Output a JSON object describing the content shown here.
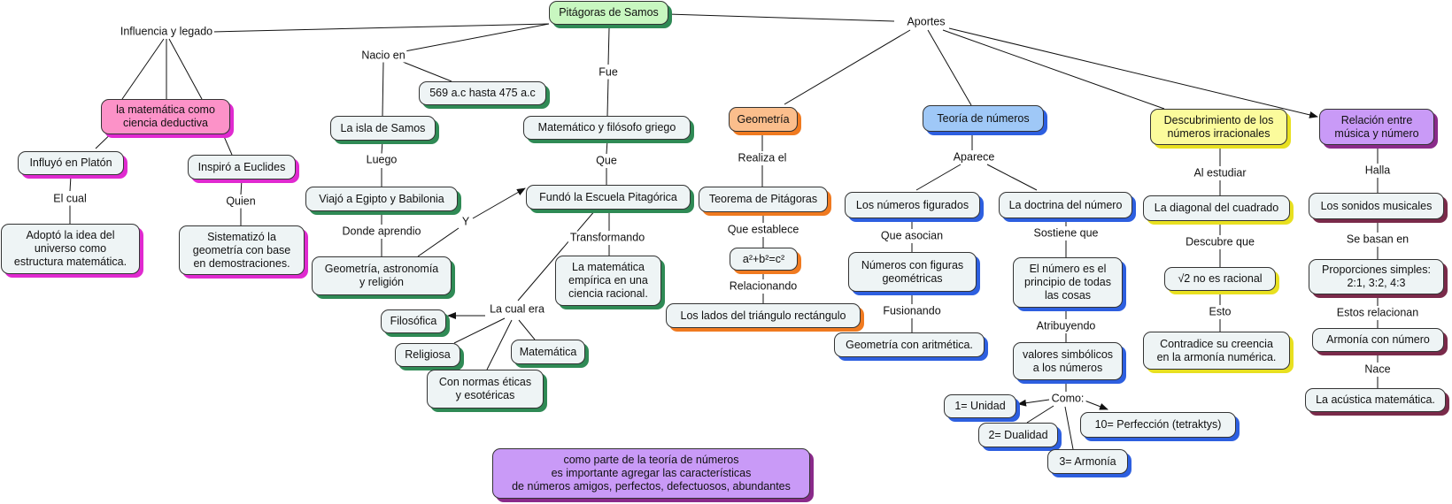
{
  "colors": {
    "root_fill": "#c8f7c0",
    "pink_fill": "#fc92c8",
    "orange_fill": "#fbbe8c",
    "blue_fill": "#9fc8f7",
    "yellow_fill": "#fbfb9c",
    "purple_fill": "#c99af7",
    "node_fill": "#eef4f5"
  },
  "nodes": {
    "root": "Pitágoras de Samos",
    "matematica_deductiva": "la matemática como\nciencia deductiva",
    "influyo_platon": "Influyó en Platón",
    "adopto_idea": "Adoptó la idea del\nuniverso como\nestructura matemática.",
    "inspiro_euclides": "Inspiró a Euclides",
    "sistematizo": "Sistematizó la\ngeometría con base\nen demostraciones.",
    "isla_samos": "La isla de Samos",
    "fecha": "569 a.c hasta 475 a.c",
    "viajo": "Viajó a Egipto y Babilonia",
    "geometria_astronomia": "Geometría, astronomía\ny religión",
    "matematico_filosofo": "Matemático y filósofo griego",
    "escuela": "Fundó la Escuela Pitagórica",
    "matematica_empirica": "La matemática\nempírica en una\nciencia racional.",
    "filosofica": "Filosófica",
    "religiosa": "Religiosa",
    "matematica": "Matemática",
    "normas": "Con normas éticas\ny esotéricas",
    "geometria": "Geometría",
    "teorema": "Teorema de Pitágoras",
    "formula": "a²+b²=c²",
    "lados": "Los lados del triángulo rectángulo",
    "teoria_numeros": "Teoría de números",
    "figurados": "Los números figurados",
    "numeros_figuras": "Números con figuras\ngeométricas",
    "geometria_aritmetica": "Geometría con aritmética.",
    "doctrina": "La doctrina del número",
    "principio": "El número es el\nprincipio de todas\nlas cosas",
    "valores": "valores simbólicos\na los números",
    "unidad": "1= Unidad",
    "dualidad": "2= Dualidad",
    "armonia3": "3= Armonía",
    "perfeccion": "10= Perfección (tetraktys)",
    "irracionales": "Descubrimiento de los\nnúmeros irracionales",
    "diagonal": "La diagonal del cuadrado",
    "raiz": "√2 no es racional",
    "contradice": "Contradice su creencia\nen la armonía numérica.",
    "musica": "Relación entre\nmúsica y número",
    "sonidos": "Los sonidos musicales",
    "proporciones": "Proporciones simples:\n2:1, 3:2, 4:3",
    "armonia_numero": "Armonía con número",
    "acustica": "La acústica matemática.",
    "nota": "como parte de la teoría de números\nes importante agregar las características\nde números amigos, perfectos, defectuosos, abundantes"
  },
  "labels": {
    "influencia": "Influencia y legado",
    "nacio": "Nacio en",
    "fue": "Fue",
    "aportes": "Aportes",
    "el_cual": "El cual",
    "quien": "Quien",
    "luego": "Luego",
    "donde": "Donde aprendio",
    "y": "Y",
    "que": "Que",
    "transformando": "Transformando",
    "la_cual_era": "La cual era",
    "realiza": "Realiza el",
    "que_establece": "Que establece",
    "relacionando": "Relacionando",
    "aparece": "Aparece",
    "que_asocian": "Que asocian",
    "fusionando": "Fusionando",
    "sostiene": "Sostiene que",
    "atribuyendo": "Atribuyendo",
    "como": "Como:",
    "al_estudiar": "Al estudiar",
    "descubre": "Descubre que",
    "esto": "Esto",
    "halla": "Halla",
    "se_basan": "Se basan en",
    "estos_relacionan": "Estos relacionan",
    "nace": "Nace"
  }
}
